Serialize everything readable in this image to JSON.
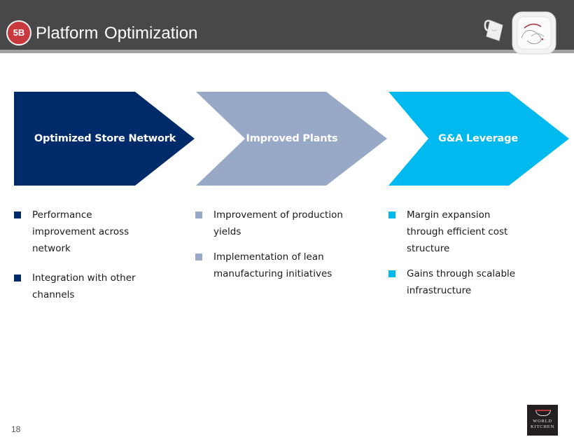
{
  "header": {
    "section_badge": "5B",
    "title": "Platform Optimization",
    "images": [
      "mug-icon",
      "plate-icon"
    ]
  },
  "colors": {
    "header_bg": "#48484a",
    "badge": "#c8393d",
    "navy": "#002b6b",
    "slate": "#97a9c7",
    "cyan": "#00b9ee"
  },
  "columns": [
    {
      "heading": "Optimized Store Network",
      "color": "#002b6b",
      "bullets": [
        "Performance improvement across network",
        "Integration with other channels"
      ]
    },
    {
      "heading": "Improved Plants",
      "color": "#97a9c7",
      "bullets": [
        "Improvement of production yields",
        "Implementation of lean manufacturing initiatives"
      ]
    },
    {
      "heading": "G&A Leverage",
      "color": "#00b9ee",
      "bullets": [
        "Margin expansion through efficient cost structure",
        "Gains through scalable infrastructure"
      ]
    }
  ],
  "footer": {
    "page_number": "18",
    "logo_line1": "WORLD",
    "logo_line2": "KITCHEN"
  }
}
